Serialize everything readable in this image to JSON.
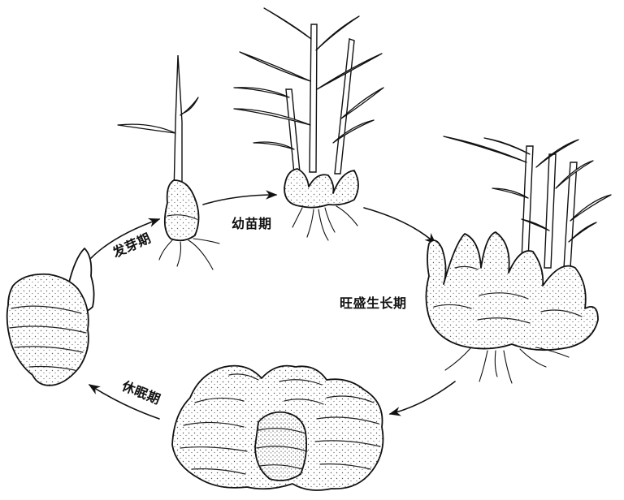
{
  "stages": {
    "sprouting": "发芽期",
    "seedling": "幼苗期",
    "vigorous_growth": "旺盛生长期",
    "dormancy": "休眠期"
  }
}
